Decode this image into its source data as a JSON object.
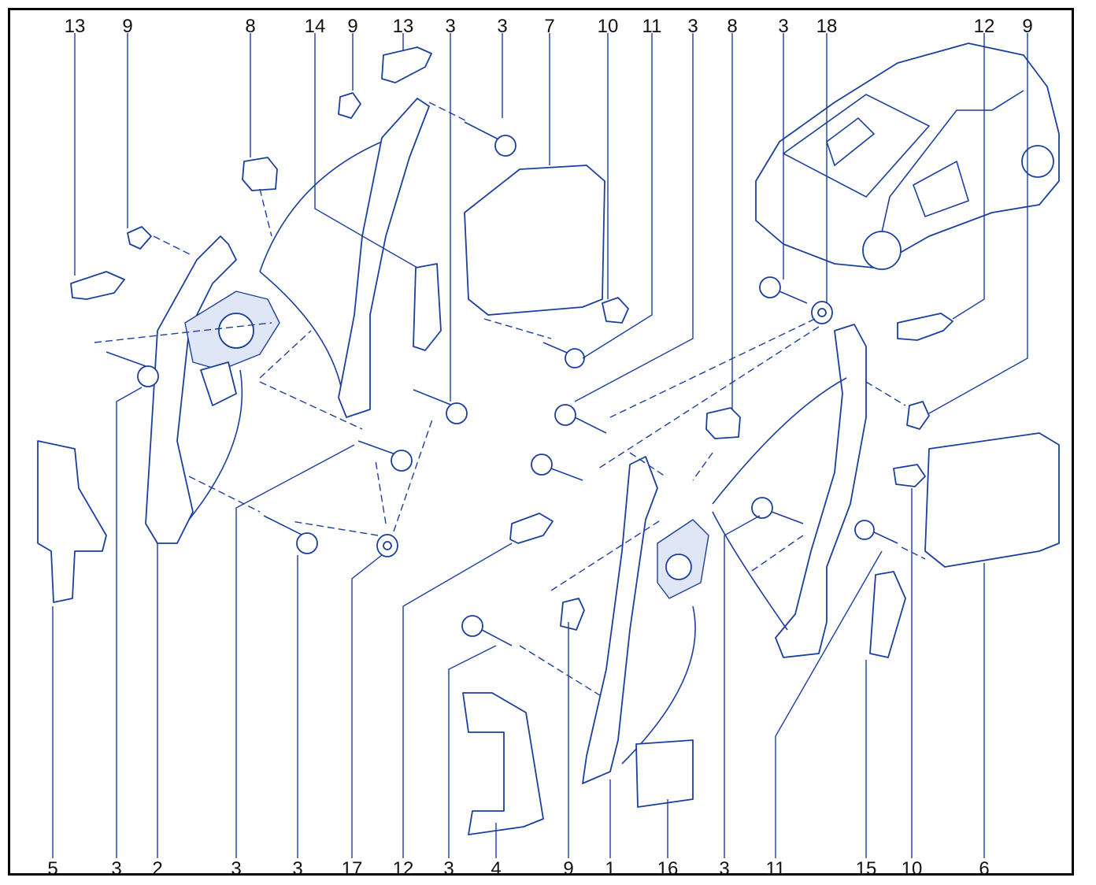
{
  "diagram": {
    "labels": {
      "top": [
        "13",
        "9",
        "8",
        "14",
        "9",
        "13",
        "3",
        "3",
        "7",
        "10",
        "11",
        "3",
        "8",
        "3",
        "18",
        "12",
        "9"
      ],
      "bottom": [
        "5",
        "3",
        "2",
        "3",
        "3",
        "17",
        "12",
        "3",
        "4",
        "9",
        "1",
        "16",
        "3",
        "11",
        "15",
        "10",
        "6"
      ]
    },
    "colors": {
      "line": "#1b3f9c",
      "fill": "#dfe6f6",
      "frame": "#000000",
      "text": "#111111"
    }
  }
}
